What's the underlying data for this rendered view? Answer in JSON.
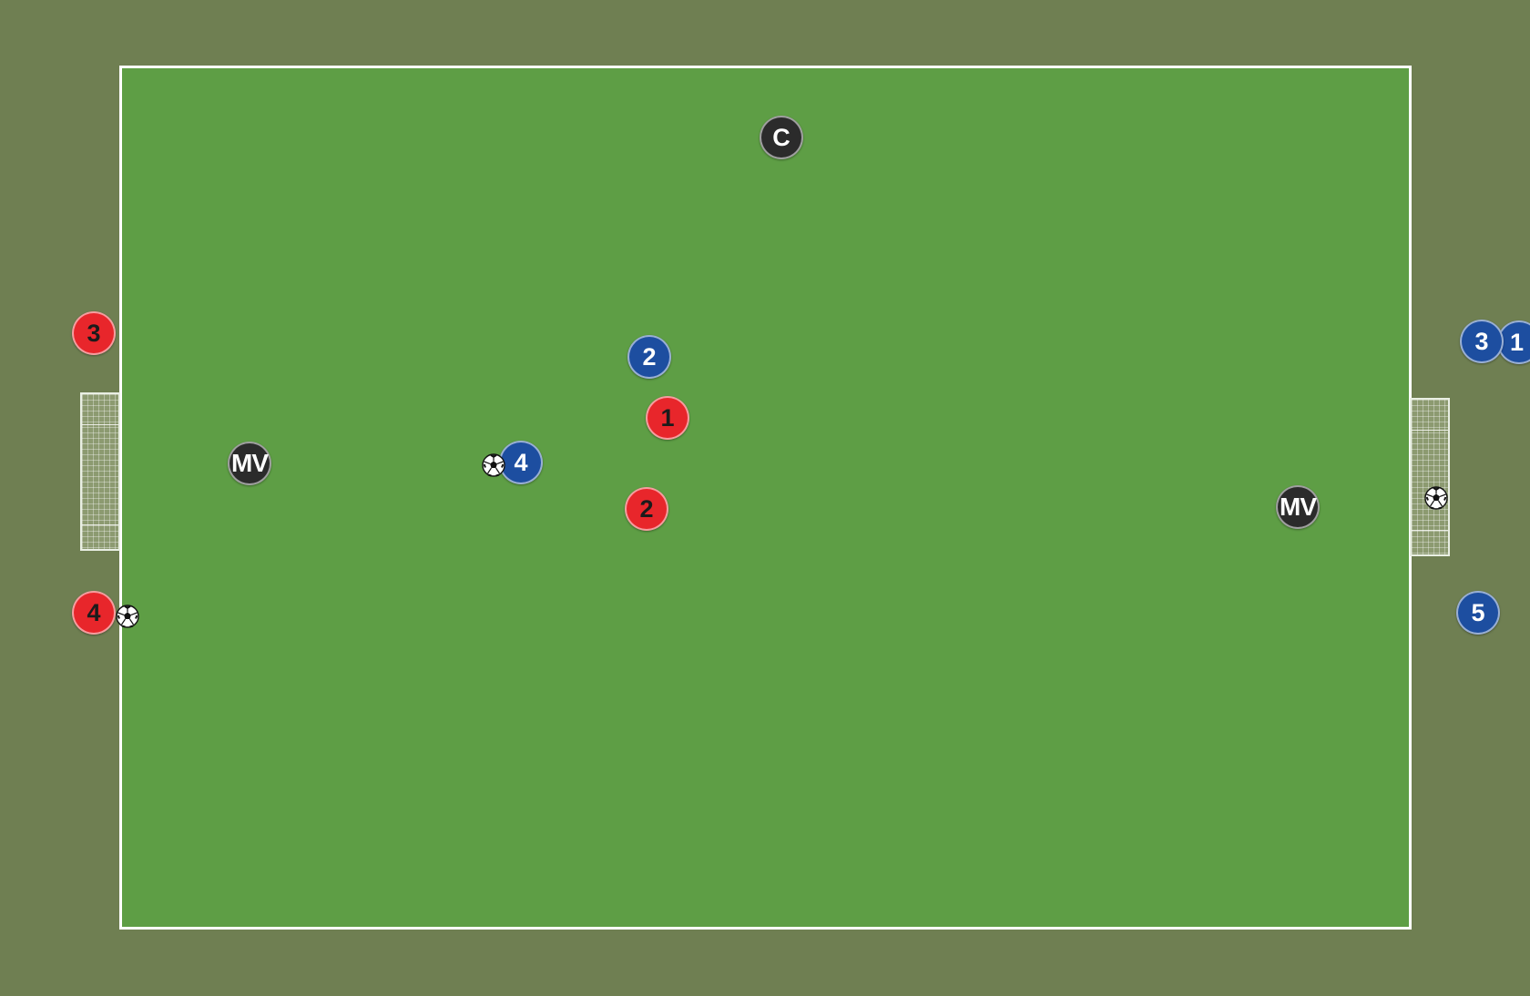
{
  "colors": {
    "background": "#6f7f52",
    "pitch": "#5e9e45",
    "lines": "#ffffff",
    "red_team": "#e8262b",
    "blue_team": "#1d4ea0",
    "coach": "#2b2b2b"
  },
  "coaches": [
    {
      "id": "coach-c",
      "label": "C"
    },
    {
      "id": "goalkeeper-left",
      "label": "MV"
    },
    {
      "id": "goalkeeper-right",
      "label": "MV"
    }
  ],
  "red_team": [
    {
      "label": "3"
    },
    {
      "label": "4"
    },
    {
      "label": "1"
    },
    {
      "label": "2"
    }
  ],
  "blue_team": [
    {
      "label": "2"
    },
    {
      "label": "4"
    },
    {
      "label": "3"
    },
    {
      "label": "1"
    },
    {
      "label": "5"
    }
  ],
  "icons": {
    "ball": "soccer-ball-icon",
    "goal": "goal-net-icon"
  }
}
